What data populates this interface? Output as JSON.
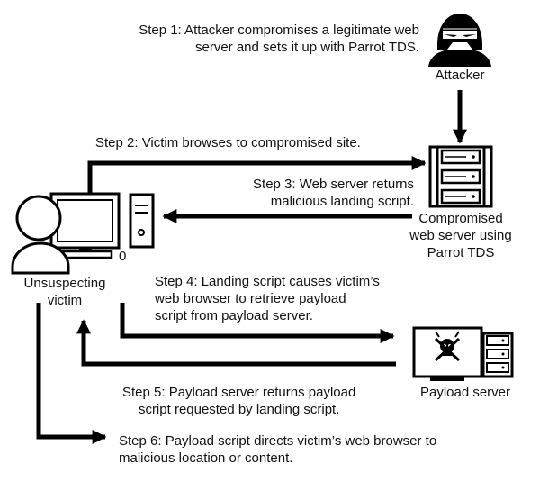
{
  "steps": {
    "step1": [
      "Step 1: Attacker compromises a legitimate web",
      "server and sets it up with Parrot TDS."
    ],
    "step2": "Step 2: Victim browses to compromised site.",
    "step3": [
      "Step 3: Web server returns",
      "malicious landing script."
    ],
    "step4": [
      "Step 4: Landing script causes victim’s",
      "web browser to retrieve payload",
      "script from payload server."
    ],
    "step5": [
      "Step 5: Payload server returns payload",
      "script requested by landing script."
    ],
    "step6": [
      "Step 6: Payload script directs victim’s web browser to",
      "malicious location or content."
    ]
  },
  "actors": {
    "attacker": "Attacker",
    "compromised_server": [
      "Compromised",
      "web server using",
      "Parrot TDS"
    ],
    "victim": [
      "Unsuspecting",
      "victim"
    ],
    "payload_server": "Payload server"
  },
  "icons": {
    "attacker": "hooded-hacker-icon",
    "victim": "person-at-computer-icon",
    "compromised_server": "server-rack-icon",
    "payload_server": "skull-monitor-server-icon"
  }
}
